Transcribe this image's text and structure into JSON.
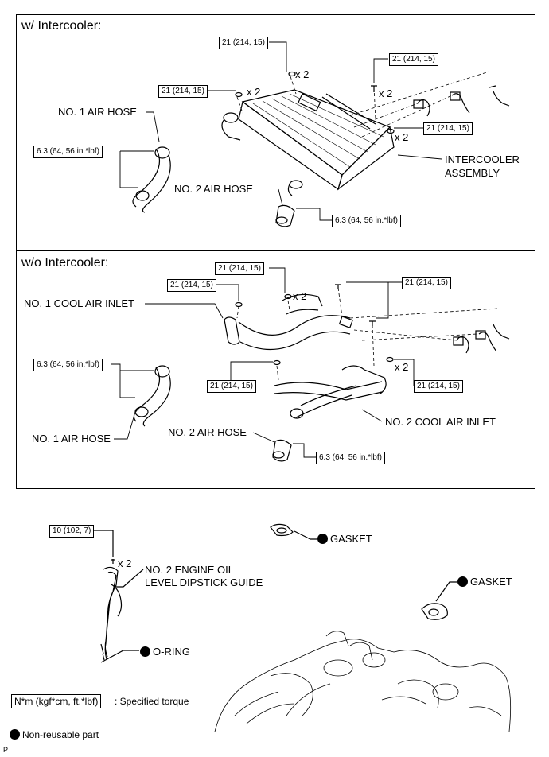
{
  "panel1": {
    "title": "w/ Intercooler:",
    "torque_a": "21 (214, 15)",
    "torque_b": "21 (214, 15)",
    "torque_c": "21 (214, 15)",
    "torque_d": "21 (214, 15)",
    "torque_hose1": "6.3 (64, 56 in.*lbf)",
    "torque_hose2": "6.3 (64, 56 in.*lbf)",
    "qty_a": "x 2",
    "qty_b": "x 2",
    "qty_c": "x 2",
    "qty_d": "x 2",
    "no1_air_hose": "NO. 1 AIR HOSE",
    "no2_air_hose": "NO. 2 AIR HOSE",
    "intercooler_1": "INTERCOOLER",
    "intercooler_2": "ASSEMBLY"
  },
  "panel2": {
    "title": "w/o Intercooler:",
    "torque_a": "21 (214, 15)",
    "torque_b": "21 (214, 15)",
    "torque_c": "21 (214, 15)",
    "torque_d": "21 (214, 15)",
    "torque_e": "21 (214, 15)",
    "torque_hose1": "6.3 (64, 56 in.*lbf)",
    "torque_hose2": "6.3 (64, 56 in.*lbf)",
    "qty_a": "x 2",
    "qty_b": "x 2",
    "no1_cool_air_inlet": "NO. 1 COOL AIR INLET",
    "no2_cool_air_inlet": "NO. 2 COOL AIR INLET",
    "no1_air_hose": "NO. 1 AIR HOSE",
    "no2_air_hose": "NO. 2 AIR HOSE"
  },
  "bottom": {
    "torque_dipstick": "10 (102, 7)",
    "qty_dipstick": "x 2",
    "dipstick_1": "NO. 2 ENGINE OIL",
    "dipstick_2": "LEVEL DIPSTICK GUIDE",
    "gasket_1": "GASKET",
    "gasket_2": "GASKET",
    "oring": "O-RING"
  },
  "legend": {
    "torque_unit": "N*m (kgf*cm, ft.*lbf)",
    "torque_desc": ": Specified torque",
    "nonreusable": "Non-reusable part"
  },
  "corner_mark": "P"
}
